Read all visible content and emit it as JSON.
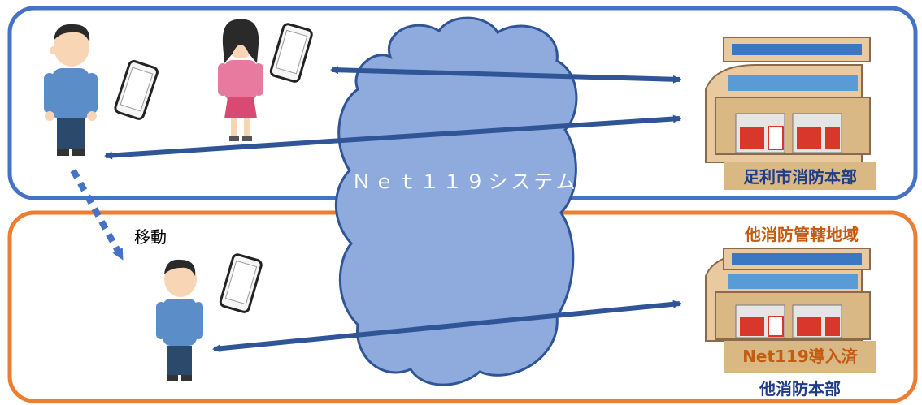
{
  "cloud": {
    "label": "Ｎｅｔ１１９システム"
  },
  "move_label": "移動",
  "stations": {
    "ashikaga": {
      "label": "足利市消防本部"
    },
    "other": {
      "region_label": "他消防管轄地域",
      "badge": "Net119導入済",
      "label": "他消防本部"
    }
  },
  "colors": {
    "top_region_border": "#4472c4",
    "bottom_region_border": "#ed7d31",
    "cloud_fill": "#8faadc",
    "cloud_stroke": "#2f5597",
    "arrow": "#2f5597",
    "dotted_arrow": "#4472c4",
    "ashikaga_label_bg": "#d9b883",
    "ashikaga_label_text": "#1f3c88",
    "other_region_text": "#c55a11",
    "other_badge_bg": "#d9b883",
    "other_badge_text": "#c55a11",
    "other_label_text": "#1f3c88"
  }
}
